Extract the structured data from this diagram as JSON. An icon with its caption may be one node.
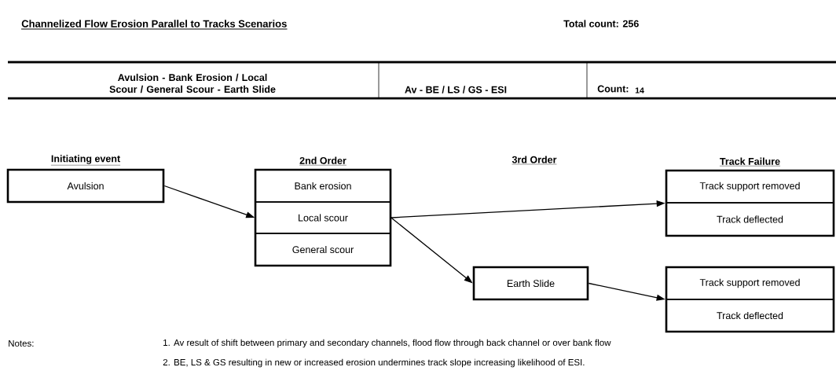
{
  "diagram": {
    "title": "Channelized Flow Erosion Parallel to Tracks Scenarios",
    "nodes": [
      {
        "text": [
          "Avulsion"
        ],
        "beside": [
          "Initiating event"
        ]
      },
      {
        "text": [],
        "shape": "box",
        "beside": [
          "2nd Order"
        ]
      },
      {
        "text": [
          "Bank erosion"
        ],
        "in": 1
      },
      {
        "text": [
          "Local scour"
        ],
        "in": 1
      },
      {
        "text": [
          "General scour"
        ],
        "in": 1
      },
      {
        "text": [],
        "shape": "box",
        "beside": [
          "Track Failure"
        ]
      },
      {
        "text": [
          "Track support removed"
        ],
        "in": 5
      },
      {
        "text": [
          "Track deflected"
        ],
        "in": 5
      },
      {
        "text": [
          "Earth Slide"
        ]
      },
      {
        "text": [],
        "shape": "box"
      },
      {
        "text": [
          "Track support removed"
        ],
        "in": 9
      },
      {
        "text": [
          "Track deflected"
        ],
        "in": 9
      }
    ],
    "edges": [
      {
        "from": 0,
        "to": 3,
        "arrow": "to"
      },
      {
        "from": 3,
        "to": 5,
        "arrow": "to"
      },
      {
        "from": 3,
        "to": 8,
        "arrow": "to"
      },
      {
        "from": 8,
        "to": 9,
        "arrow": "to"
      }
    ],
    "labels": [
      "Total count: 256",
      "Avulsion - Bank Erosion / Local Scour / General Scour - Earth Slide",
      "Av - BE / LS / GS - ESI",
      "Count:",
      "14",
      "3rd Order",
      "Notes:",
      "1. Av result of shift between primary and secondary channels, flood flow through back channel or over bank flow",
      "2. BE, LS & GS resulting in new or increased erosion undermines track slope increasing likelihood of ESI."
    ]
  }
}
